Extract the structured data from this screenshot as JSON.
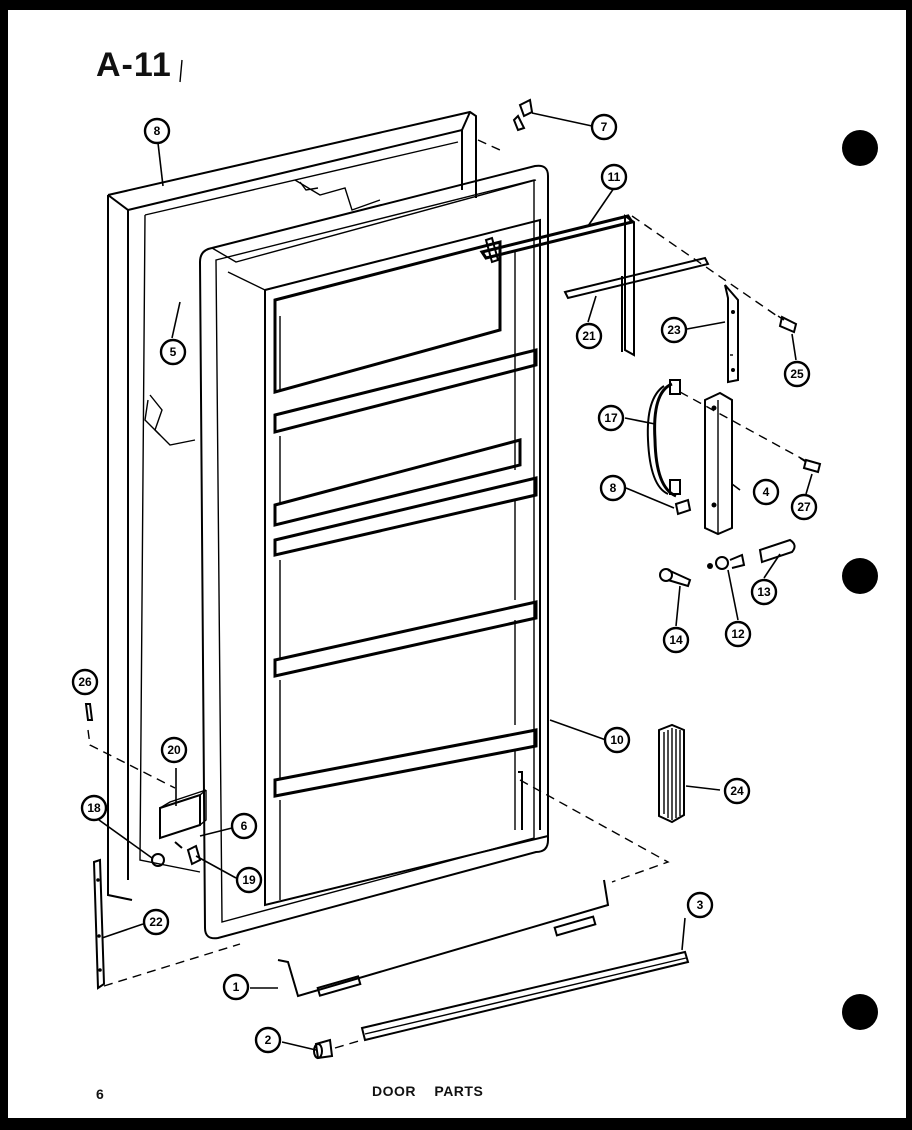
{
  "page_label": "A-11",
  "page_number": "6",
  "caption": "DOOR PARTS",
  "callouts": {
    "c_liner_top": "8",
    "c_7": "7",
    "c_11": "11",
    "c_5": "5",
    "c_21": "21",
    "c_23": "23",
    "c_25": "25",
    "c_17": "17",
    "c_8_handle": "8",
    "c_4": "4",
    "c_27": "27",
    "c_13": "13",
    "c_12": "12",
    "c_14": "14",
    "c_26": "26",
    "c_20": "20",
    "c_10_gasket": "10",
    "c_18": "18",
    "c_6": "6",
    "c_19": "19",
    "c_24": "24",
    "c_22": "22",
    "c_3": "3",
    "c_1": "1",
    "c_2": "2"
  }
}
